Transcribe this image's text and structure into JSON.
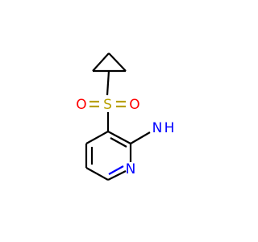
{
  "molecule": {
    "atoms": {
      "sulfur": "S",
      "oxygen_left": "O",
      "oxygen_right": "O",
      "amine_n": "N",
      "amine_h": "H",
      "ring_n": "N"
    },
    "colors": {
      "bond": "#000000",
      "sulfur": "#b8a000",
      "oxygen": "#ff0000",
      "nitrogen": "#0000ff"
    }
  }
}
